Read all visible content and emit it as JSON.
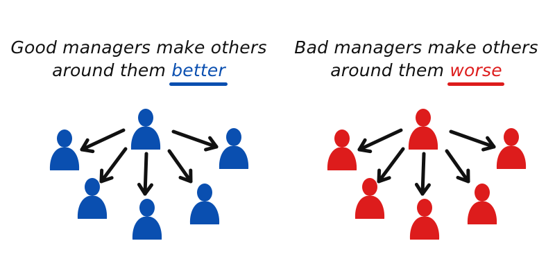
{
  "colors": {
    "good": "#0a4fb0",
    "bad": "#dd1c1c",
    "arrow": "#111111",
    "text": "#111111"
  },
  "panels": {
    "good": {
      "line1": "Good managers make others",
      "line2_prefix": "around them ",
      "highlight": "better"
    },
    "bad": {
      "line1": "Bad managers make others",
      "line2_prefix": "around them ",
      "highlight": "worse"
    }
  }
}
